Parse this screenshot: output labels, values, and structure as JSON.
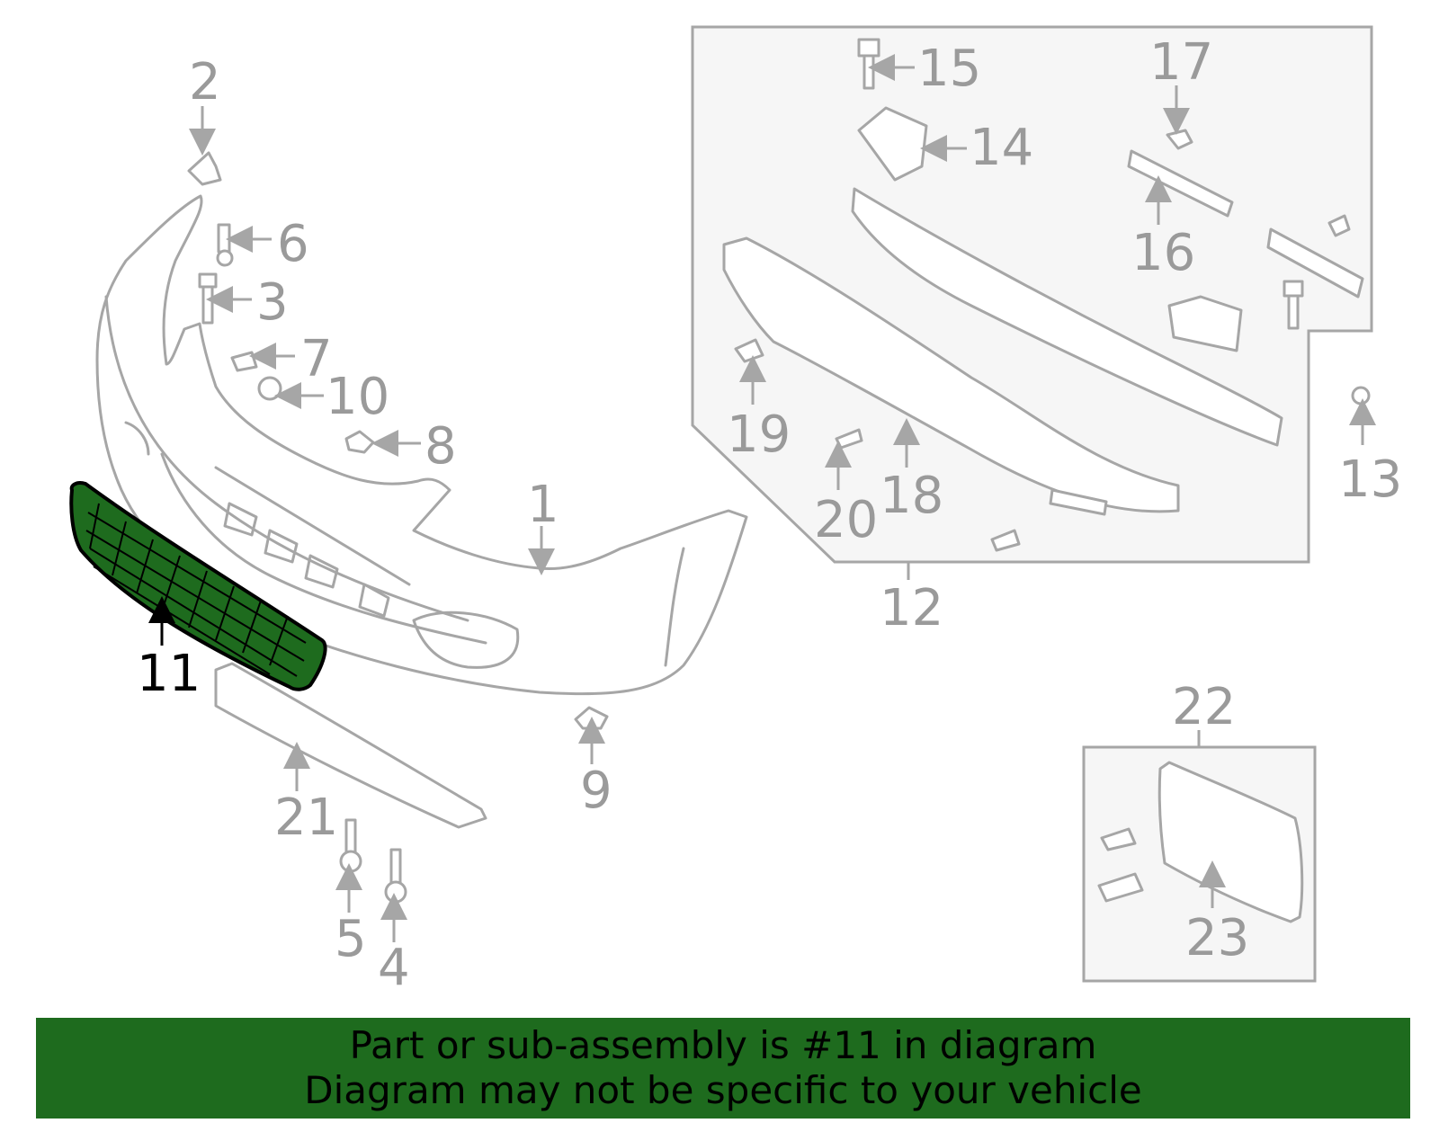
{
  "diagram": {
    "highlighted_part": "11",
    "labels": [
      "1",
      "2",
      "3",
      "4",
      "5",
      "6",
      "7",
      "8",
      "9",
      "10",
      "11",
      "12",
      "13",
      "14",
      "15",
      "16",
      "17",
      "18",
      "19",
      "20",
      "21",
      "22",
      "23"
    ],
    "colors": {
      "highlight": "#1e6b1e",
      "line": "#a6a6a6",
      "label": "#9a9a9a",
      "box": "#f6f6f6"
    }
  },
  "banner": {
    "line1": "Part or sub-assembly is #11 in diagram",
    "line2": "Diagram may not be specific to your vehicle"
  }
}
